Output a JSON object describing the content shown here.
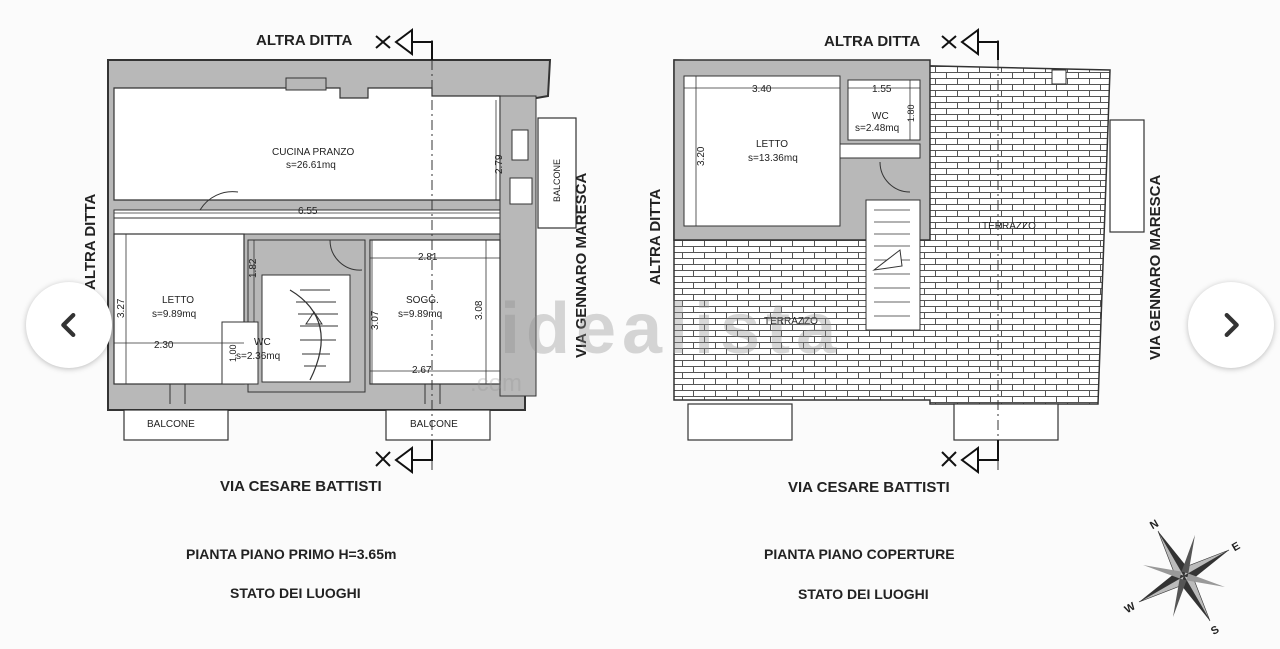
{
  "plan_left": {
    "top_label": "ALTRA DITTA",
    "left_label": "ALTRA DITTA",
    "right_label": "VIA GENNARO MARESCA",
    "bottom_label": "VIA CESARE BATTISTI",
    "title": "PIANTA PIANO PRIMO H=3.65m",
    "subtitle": "STATO DEI LUOGHI",
    "rooms": {
      "cucina_name": "CUCINA PRANZO",
      "cucina_area": "s=26.61mq",
      "letto_name": "LETTO",
      "letto_area": "s=9.89mq",
      "wc_name": "WC",
      "wc_area": "s=2.36mq",
      "sogg_name": "SOGG.",
      "sogg_area": "s=9.89mq",
      "balcone_right": "BALCONE",
      "balcone_bl": "BALCONE",
      "balcone_br": "BALCONE"
    },
    "dims": {
      "d655": "6.55",
      "d279": "2.79",
      "d281": "2.81",
      "d327": "3.27",
      "d182": "1.82",
      "d230": "2.30",
      "d100": "1.00",
      "d307": "3.07",
      "d308": "3.08",
      "d267": "2.67"
    }
  },
  "plan_right": {
    "top_label": "ALTRA DITTA",
    "left_label": "ALTRA DITTA",
    "right_label": "VIA GENNARO MARESCA",
    "bottom_label": "VIA CESARE BATTISTI",
    "title": "PIANTA PIANO COPERTURE",
    "subtitle": "STATO DEI LUOGHI",
    "rooms": {
      "letto_name": "LETTO",
      "letto_area": "s=13.36mq",
      "wc_name": "WC",
      "wc_area": "s=2.48mq",
      "terrazzo_left": "TERRAZZO",
      "terrazzo_right": "TERRAZZO"
    },
    "dims": {
      "d340": "3.40",
      "d155": "1.55",
      "d320": "3.20",
      "d180": "1.80"
    }
  },
  "compass": {
    "label_n": "N",
    "label_s": "S",
    "label_e": "E",
    "label_w": "W"
  },
  "watermark": {
    "main": "idealista",
    "sub": ".com"
  },
  "navigation": {
    "prev_icon": "chevron-left-icon",
    "next_icon": "chevron-right-icon"
  }
}
